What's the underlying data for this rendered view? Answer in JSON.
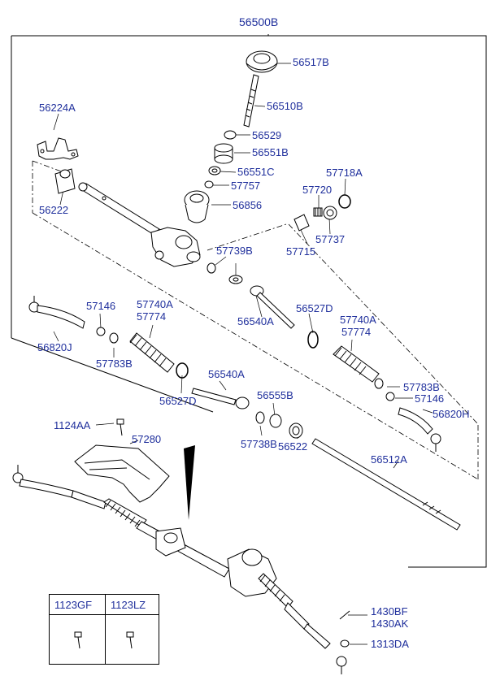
{
  "labels": {
    "l56500B": "56500B",
    "l56517B": "56517B",
    "l56510B": "56510B",
    "l56224A": "56224A",
    "l56529": "56529",
    "l56551B": "56551B",
    "l56551C": "56551C",
    "l57718A": "57718A",
    "l57757": "57757",
    "l57720": "57720",
    "l56222": "56222",
    "l56856": "56856",
    "l57737": "57737",
    "l57715": "57715",
    "l57739B": "57739B",
    "l57740A_left": "57740A",
    "l57774_left": "57774",
    "l57146_left": "57146",
    "l56527D_right": "56527D",
    "l56540A_top": "56540A",
    "l57740A_right": "57740A",
    "l57774_right": "57774",
    "l56820J": "56820J",
    "l57783B_left": "57783B",
    "l56540A_mid": "56540A",
    "l57783B_right": "57783B",
    "l56527D_left": "56527D",
    "l56555B": "56555B",
    "l57146_right": "57146",
    "l56820H": "56820H",
    "l1124AA": "1124AA",
    "l57280": "57280",
    "l57738B": "57738B",
    "l56522": "56522",
    "l56512A": "56512A",
    "l1430BF": "1430BF",
    "l1430AK": "1430AK",
    "l1313DA": "1313DA"
  },
  "legend": {
    "col1": "1123GF",
    "col2": "1123LZ"
  },
  "colors": {
    "label": "#1f2f9c",
    "line": "#000000"
  }
}
